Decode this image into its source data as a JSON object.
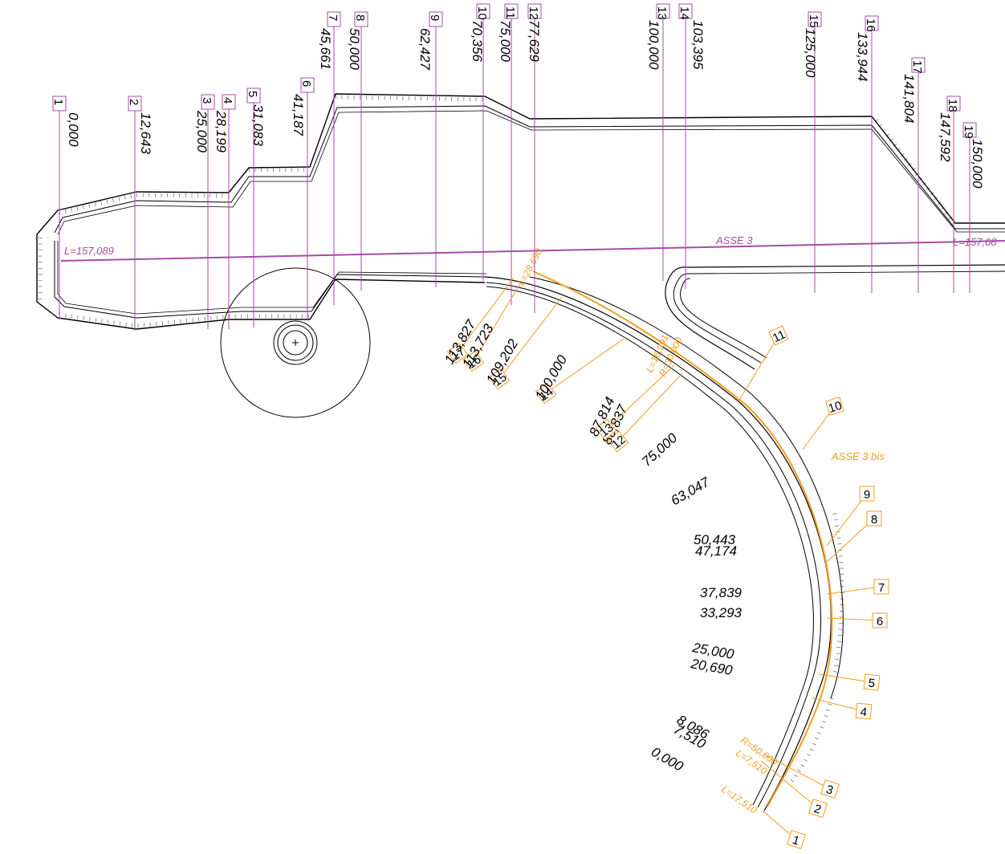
{
  "colors": {
    "axis3": "#a64ca6",
    "axis3bis": "#f39c1f",
    "linework": "#000000",
    "background": "#ffffff"
  },
  "axis3": {
    "name": "ASSE 3",
    "length_label_left": "L=157,089",
    "length_label_right": "L=157,08",
    "sections": [
      {
        "n": "1",
        "ch": "0,000"
      },
      {
        "n": "2",
        "ch": "12,643"
      },
      {
        "n": "3",
        "ch": "25,000"
      },
      {
        "n": "4",
        "ch": "28,199"
      },
      {
        "n": "5",
        "ch": "31,083"
      },
      {
        "n": "6",
        "ch": "41,187"
      },
      {
        "n": "7",
        "ch": "45,661"
      },
      {
        "n": "8",
        "ch": "50,000"
      },
      {
        "n": "9",
        "ch": "62,427"
      },
      {
        "n": "10",
        "ch": "70,356"
      },
      {
        "n": "11",
        "ch": "75,000"
      },
      {
        "n": "12",
        "ch": "77,629"
      },
      {
        "n": "13",
        "ch": "100,000"
      },
      {
        "n": "14",
        "ch": "103,395"
      },
      {
        "n": "15",
        "ch": "125,000"
      },
      {
        "n": "16",
        "ch": "133,944"
      },
      {
        "n": "17",
        "ch": "141,804"
      },
      {
        "n": "18",
        "ch": "147,592"
      },
      {
        "n": "19",
        "ch": "150,000"
      }
    ]
  },
  "axis3bis": {
    "name": "ASSE 3 bis",
    "curve_labels": [
      "L=28,690",
      "L=16,991",
      "R=30,000",
      "R=50,000",
      "L=7,510",
      "L=17,510"
    ],
    "sections": [
      {
        "n": "1",
        "ch": "0,000"
      },
      {
        "n": "2",
        "ch": "7,510"
      },
      {
        "n": "3",
        "ch": "8,086"
      },
      {
        "n": "4",
        "ch": "20,690"
      },
      {
        "n": "5",
        "ch": "25,000"
      },
      {
        "n": "6",
        "ch": "33,293"
      },
      {
        "n": "7",
        "ch": "37,839"
      },
      {
        "n": "8",
        "ch": "47,174"
      },
      {
        "n": "9",
        "ch": "50,443"
      },
      {
        "n": "10",
        "ch": "63,047"
      },
      {
        "n": "11",
        "ch": "75,000"
      },
      {
        "n": "12",
        "ch": "86,837"
      },
      {
        "n": "13",
        "ch": "87,814"
      },
      {
        "n": "14",
        "ch": "100,000"
      },
      {
        "n": "15",
        "ch": "109,202"
      },
      {
        "n": "16",
        "ch": "113,723"
      },
      {
        "n": "17",
        "ch": "113,827"
      }
    ]
  }
}
